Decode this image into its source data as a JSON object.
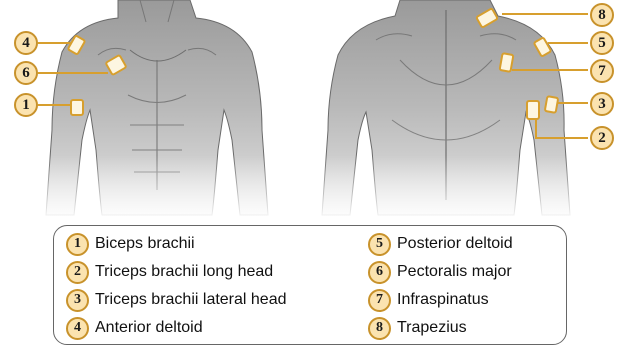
{
  "colors": {
    "accent": "#d79f2e",
    "badge_fill": "#fbe3b0",
    "pad_fill": "#fdf6e1",
    "leader": "#d79f2e"
  },
  "callouts": [
    {
      "number": "1",
      "muscle": "Biceps brachii"
    },
    {
      "number": "2",
      "muscle": "Triceps brachii long head"
    },
    {
      "number": "3",
      "muscle": "Triceps brachii lateral head"
    },
    {
      "number": "4",
      "muscle": "Anterior deltoid"
    },
    {
      "number": "5",
      "muscle": "Posterior deltoid"
    },
    {
      "number": "6",
      "muscle": "Pectoralis major"
    },
    {
      "number": "7",
      "muscle": "Infraspinatus"
    },
    {
      "number": "8",
      "muscle": "Trapezius"
    }
  ]
}
